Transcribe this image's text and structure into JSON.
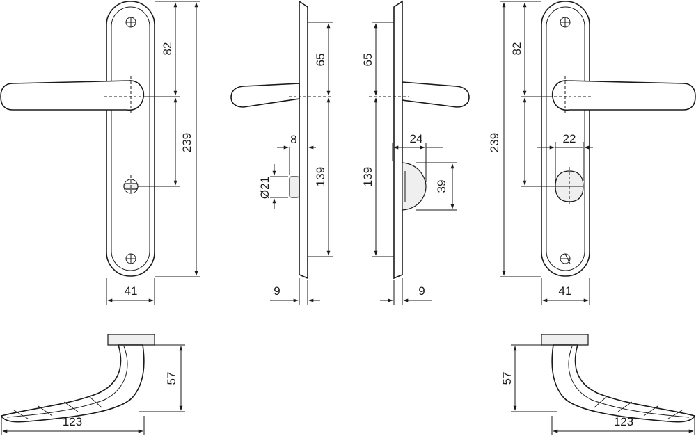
{
  "dimensions": {
    "front_left": {
      "spindle_to_top": "82",
      "total_length": "239",
      "plate_width": "41"
    },
    "side_left": {
      "spindle_to_top": "65",
      "spindle_to_cylinder": "139",
      "knob_offset": "8",
      "knob_diameter": "Ø21",
      "plate_thickness": "9"
    },
    "side_right": {
      "spindle_to_top": "65",
      "spindle_to_cylinder": "139",
      "turn_projection": "24",
      "turn_height": "39",
      "plate_thickness": "9"
    },
    "front_right": {
      "spindle_to_top": "82",
      "total_length": "239",
      "turn_width": "22",
      "plate_width": "41"
    },
    "top_left": {
      "handle_height": "57",
      "handle_length": "123"
    },
    "top_right": {
      "handle_height": "57",
      "handle_length": "123"
    }
  }
}
